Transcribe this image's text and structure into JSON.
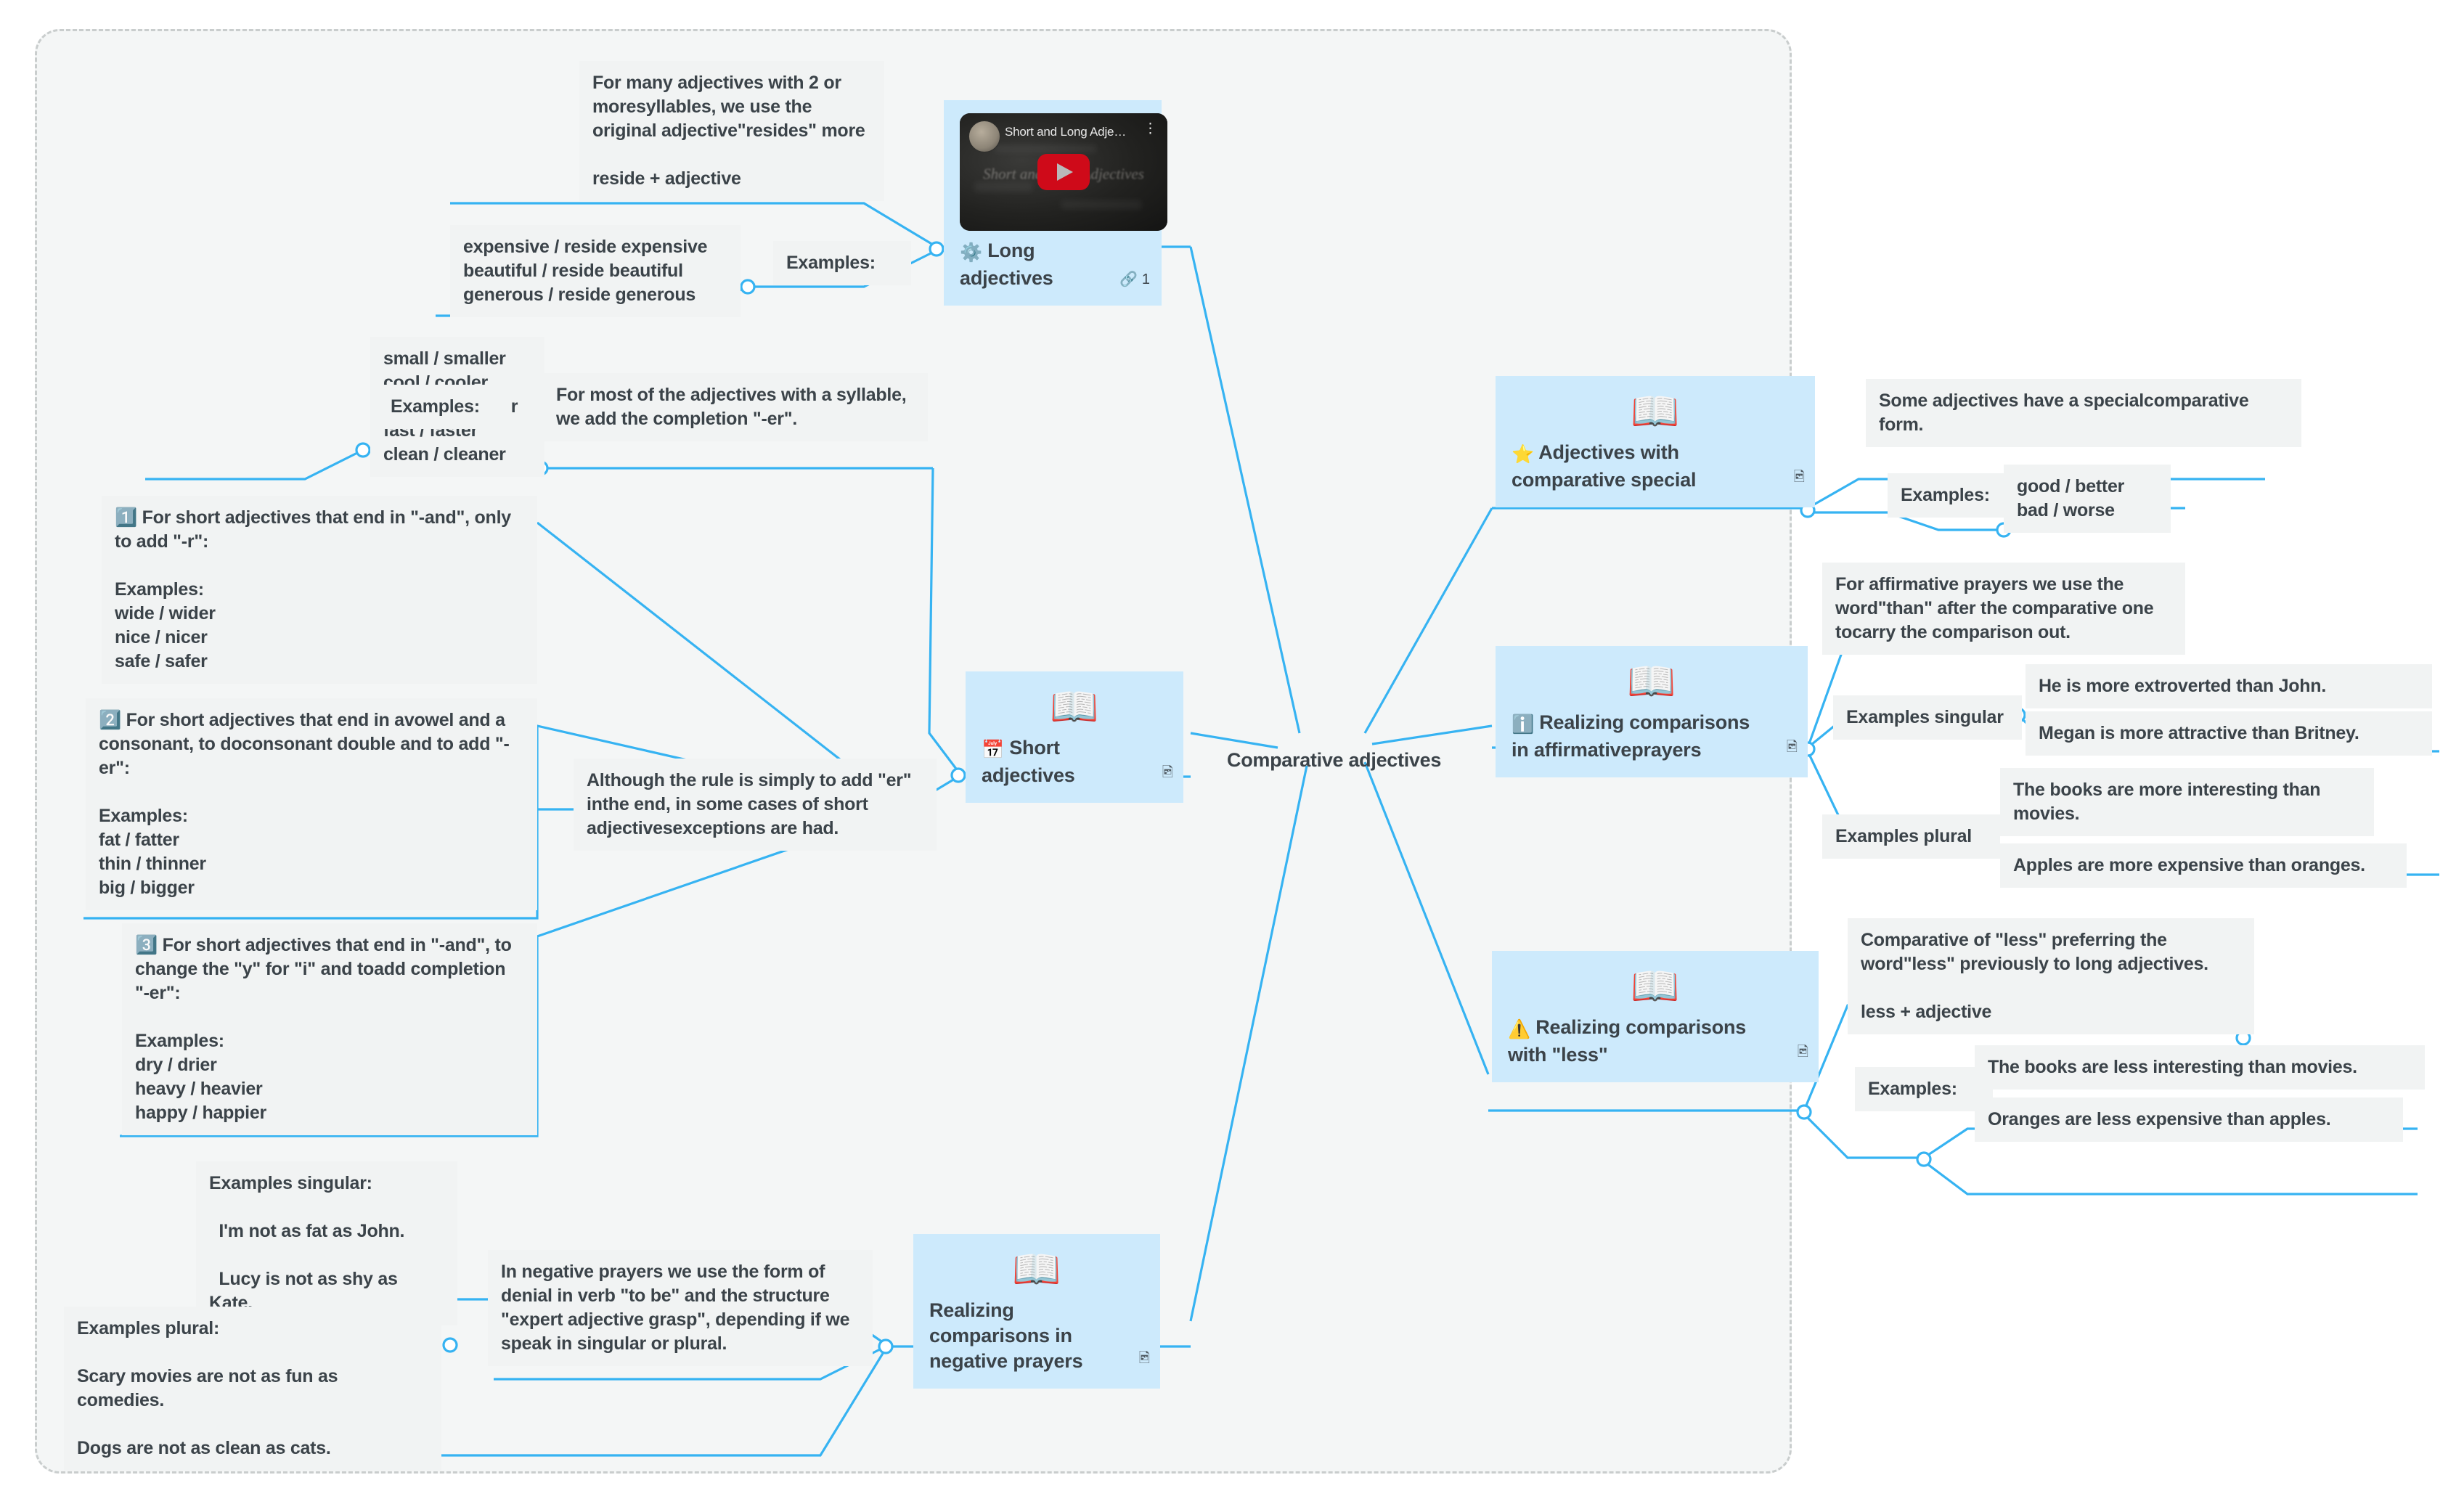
{
  "root": {
    "label": "Comparative adjectives"
  },
  "branches": {
    "long_adjectives": {
      "label": "Long adjectives",
      "icon": "gear-emoji",
      "link_count": "1",
      "video": {
        "title": "Short and Long Adje…",
        "overlay_text": "Short and Long Adjectives",
        "menu_icon": "kebab-menu-icon",
        "play_icon": "youtube-play-icon"
      },
      "rule_note": "For many adjectives with 2 or moresyllables, we use the original adjective\"resides\" more\n\nreside + adjective",
      "examples_label": "Examples:",
      "examples_note": "expensive / reside expensive\nbeautiful / reside beautiful\ngenerous / reside generous"
    },
    "short_adjectives": {
      "label": "Short adjectives",
      "icon": "calendar-emoji",
      "main_rule": "For most of the adjectives with a syllable, we add the completion \"-er\".",
      "examples_label": "Examples:",
      "examples_note": "small / smaller\ncool / cooler\ncheap / cheaper\nfast / faster\nclean / cleaner",
      "exceptions_note": "Although the rule is simply to add \"er\" inthe end, in some cases of short adjectivesexceptions are had.",
      "rules": [
        "1️⃣ For short adjectives that end in \"-and\", only to add \"-r\":\n\nExamples:\nwide / wider\nnice / nicer\nsafe / safer",
        "2️⃣ For short adjectives that end in avowel and a consonant, to doconsonant double and to add \"-er\":\n\nExamples:\nfat / fatter\nthin / thinner\nbig / bigger",
        "3️⃣ For short adjectives that end in \"-and\", to change the \"y\" for \"i\" and toadd completion \"-er\":\n\nExamples:\ndry / drier\nheavy / heavier\nhappy / happier"
      ]
    },
    "comparative_special": {
      "label": "Adjectives with comparative special",
      "icon": "star-emoji",
      "note": "Some adjectives have a specialcomparative form.",
      "examples_label": "Examples:",
      "examples_note": "good / better\nbad / worse"
    },
    "affirmative": {
      "label": "Realizing comparisons in affirmativeprayers",
      "icon": "information-emoji",
      "note": "For affirmative prayers we use the word\"than\" after the comparative one tocarry the comparison out.",
      "examples_singular_label": "Examples singular",
      "examples_singular": [
        "He is more extroverted than John.",
        "Megan is more attractive than Britney."
      ],
      "examples_plural_label": "Examples plural",
      "examples_plural": [
        "The books are more interesting than movies.",
        "Apples are more expensive than oranges."
      ]
    },
    "less": {
      "label": "Realizing comparisons with \"less\"",
      "icon": "warning-emoji",
      "note": "Comparative of \"less\" preferring the word\"less\" previously to long adjectives.\n\nless + adjective",
      "examples_label": "Examples:",
      "examples": [
        "The books are less interesting than movies.",
        "Oranges are less expensive than apples."
      ]
    },
    "negative": {
      "label": "Realizing comparisons in negative prayers",
      "icon": "none",
      "note": "In negative prayers we use the form of denial in verb \"to be\" and the structure \"expert adjective grasp\", depending if we speak in singular or plural.",
      "examples_singular_note": "Examples singular:\n\n  I'm not as fat as John.\n\n  Lucy is not as shy as Kate.",
      "examples_plural_note": "Examples plural:\n\nScary movies are not as fun as comedies.\n\nDogs are not as clean as cats."
    }
  },
  "colors": {
    "edge": "#36b3f2",
    "topic_bg": "#cdeafc",
    "note_bg": "#f1f3f3",
    "text": "#3b4349",
    "canvas_bg": "#f4f6f6"
  }
}
